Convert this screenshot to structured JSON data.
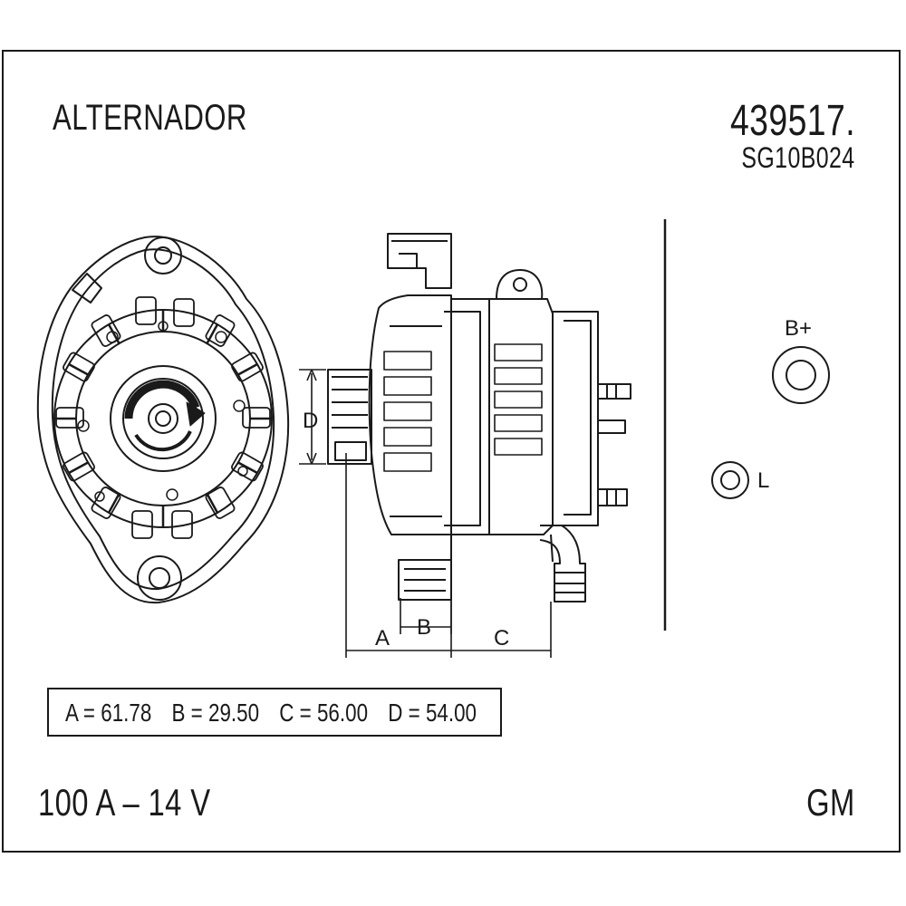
{
  "header": {
    "title": "ALTERNADOR",
    "part_number": "439517.",
    "reference": "SG10B024"
  },
  "dimensions": [
    {
      "label": "A = 61.78"
    },
    {
      "label": "B = 29.50"
    },
    {
      "label": "C = 56.00"
    },
    {
      "label": "D = 54.00"
    }
  ],
  "dimension_markers": {
    "a": "A",
    "b": "B",
    "c": "C",
    "d": "D"
  },
  "terminals": {
    "b_plus": "B+",
    "l": "L"
  },
  "footer": {
    "rating": "100 A – 14 V",
    "brand": "GM"
  },
  "colors": {
    "line": "#1a1a1a",
    "background": "#ffffff"
  }
}
